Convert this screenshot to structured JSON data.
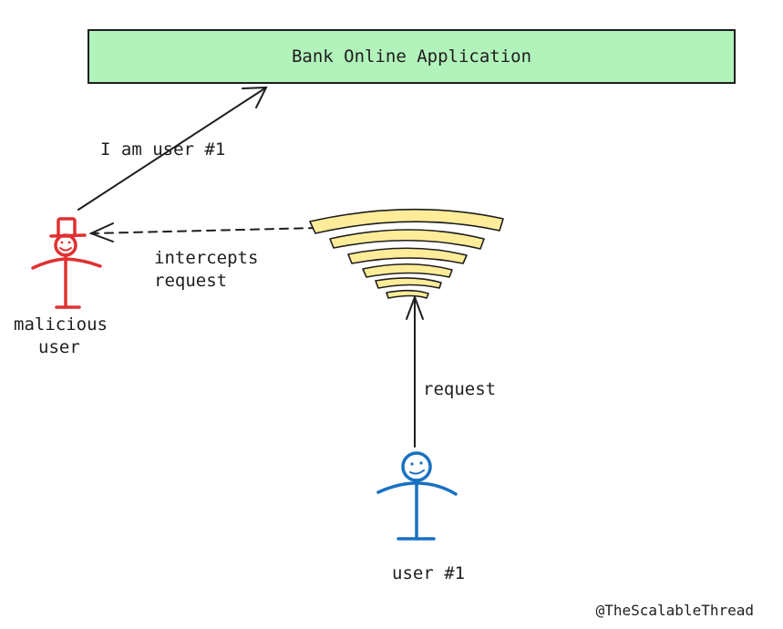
{
  "app": {
    "title": "Bank Online Application",
    "fill": "#b2f2bb"
  },
  "labels": {
    "claim": "I am user #1",
    "intercept_line1": "intercepts",
    "intercept_line2": "request",
    "malicious_line1": "malicious",
    "malicious_line2": "user",
    "request": "request",
    "user": "user #1"
  },
  "credit": "@TheScalableThread",
  "colors": {
    "malicious": "#e03131",
    "user": "#1971c2",
    "wifi": "#ffec99",
    "stroke": "#1e1e1e"
  },
  "icons": [
    "wifi-signal-icon",
    "malicious-user-figure",
    "user-figure"
  ]
}
